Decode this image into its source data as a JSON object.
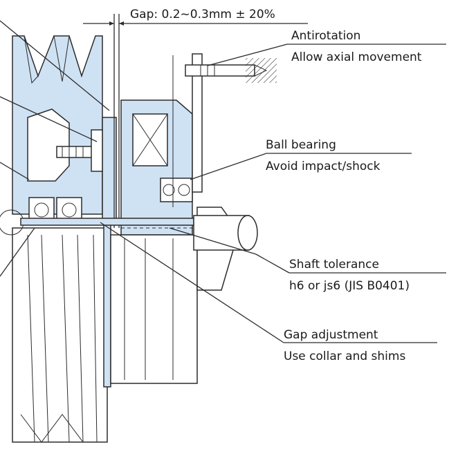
{
  "colors": {
    "part_fill": "#cfe2f4",
    "line": "#2b2b2b",
    "text": "#1a1a1a"
  },
  "annotations": {
    "gap": "Gap: 0.2~0.3mm ± 20%",
    "antirotation_title": "Antirotation",
    "antirotation_note": "Allow axial movement",
    "bearing_title": "Ball bearing",
    "bearing_note": "Avoid impact/shock",
    "shaft_title": "Shaft tolerance",
    "shaft_note": "h6 or js6 (JIS B0401)",
    "gap_adj_title": "Gap adjustment",
    "gap_adj_note": "Use collar and shims"
  }
}
